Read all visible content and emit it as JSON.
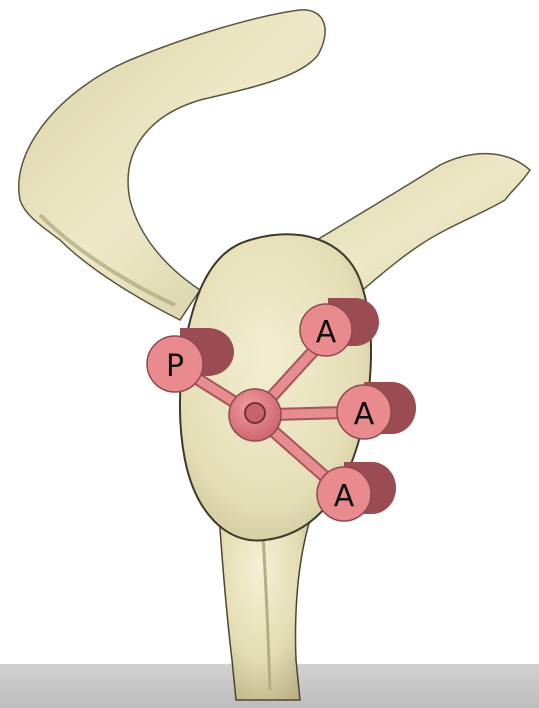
{
  "diagram": {
    "hub": {
      "label": ""
    },
    "markers": [
      {
        "id": "posterior",
        "label": "P"
      },
      {
        "id": "anterior-superior",
        "label": "A"
      },
      {
        "id": "anterior-middle",
        "label": "A"
      },
      {
        "id": "anterior-inferior",
        "label": "A"
      }
    ]
  },
  "colors": {
    "bone": "#e6e0b8",
    "bone_shadow": "#b6ae82",
    "bone_outline": "#4a4636",
    "marker_face": "#e98a8f",
    "marker_side": "#a8545a",
    "rod": "#e68d91",
    "background_floor": "#c8c8c8"
  }
}
